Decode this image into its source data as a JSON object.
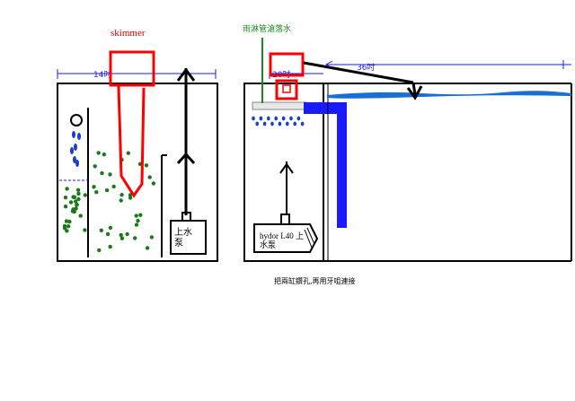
{
  "labels": {
    "skimmer": "skimmer",
    "width_left": "14吋",
    "width_mid": "20吋",
    "width_right": "36吋",
    "rain_pipe": "雨淋管滄落水",
    "pump_left_line1": "上水",
    "pump_left_line2": "泵",
    "pump_right_line1": "hydor L40 上",
    "pump_right_line2": "水泵",
    "caption": "把兩缸鑽孔,再用牙咀連接"
  },
  "colors": {
    "outline": "#000000",
    "skimmer": "#ff0000",
    "pipe": "#1a1aff",
    "water": "#1a6fd6",
    "bubbles_dots": "#1a3fcf",
    "media": "#1a7a1a",
    "rain_pipe": "#1a8a1a",
    "dimension": "#1a1aff"
  },
  "icons": {
    "flow": "arrow-up-icon",
    "overflow": "arrow-down-icon"
  }
}
